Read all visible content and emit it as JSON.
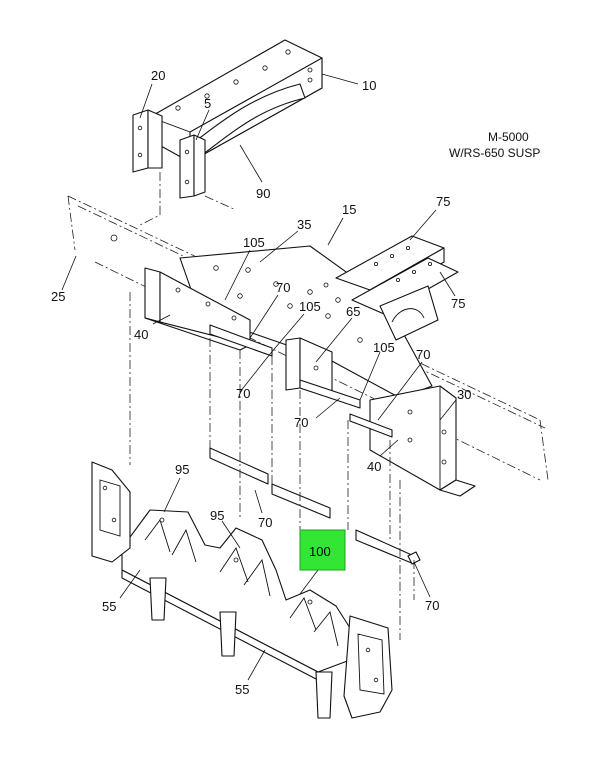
{
  "model": {
    "line1": "M-5000",
    "line2": "W/RS-650 SUSP"
  },
  "callouts": {
    "c10": "10",
    "c20": "20",
    "c5": "5",
    "c90": "90",
    "c15": "15",
    "c75a": "75",
    "c75b": "75",
    "c35": "35",
    "c105a": "105",
    "c25": "25",
    "c70a": "70",
    "c105b": "105",
    "c65": "65",
    "c40a": "40",
    "c105c": "105",
    "c70b": "70",
    "c70c": "70",
    "c70d": "70",
    "c30": "30",
    "c40b": "40",
    "c95a": "95",
    "c95b": "95",
    "c70e": "70",
    "c100": "100",
    "c55a": "55",
    "c70f": "70",
    "c55b": "55"
  },
  "colors": {
    "highlight": "#33e633",
    "line": "#111111"
  }
}
